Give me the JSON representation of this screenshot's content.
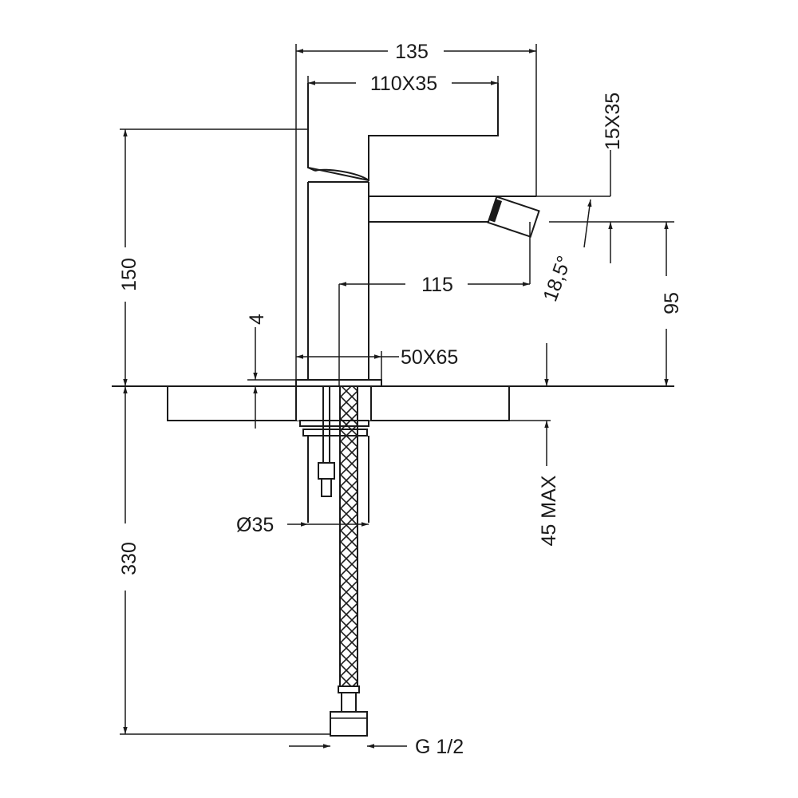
{
  "drawing": {
    "dimensions": {
      "overall_width": "135",
      "lever": "110X35",
      "nozzle": "15X35",
      "height_above_deck": "150",
      "nozzle_angle": "18,5°",
      "spout_reach": "115",
      "outlet_height": "95",
      "dim_4": "4",
      "base": "50X65",
      "deck_thickness": "45 MAX",
      "tail_diameter": "Ø35",
      "below_deck": "330",
      "connection": "G 1/2"
    }
  }
}
